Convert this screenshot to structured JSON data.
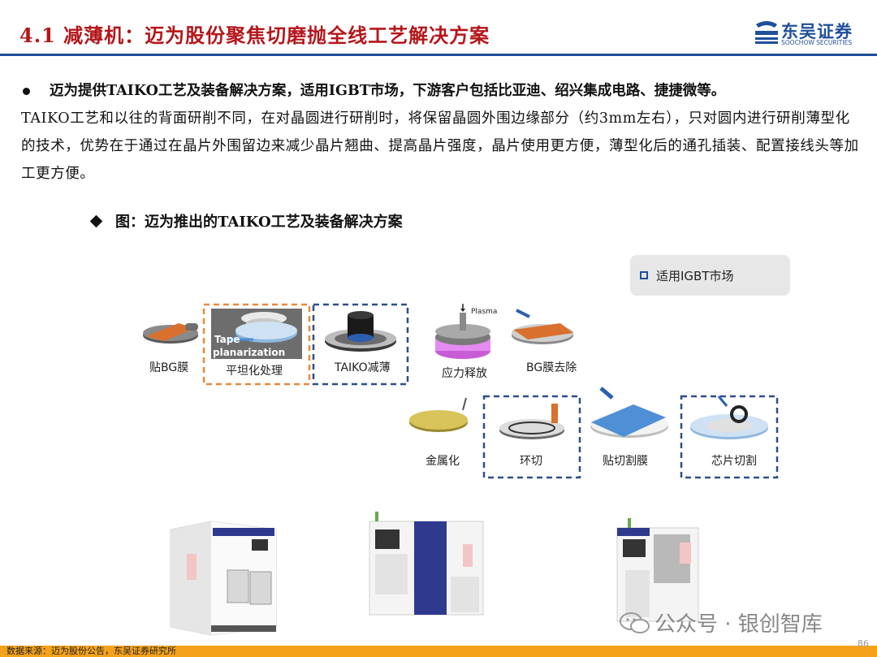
{
  "header": {
    "title": "4.1 减薄机：迈为股份聚焦切磨抛全线工艺解决方案",
    "logo_name": "东吴证券",
    "logo_sub": "SOOCHOW SECURITIES",
    "brand_color": "#1f4e9a",
    "title_color": "#b4161b"
  },
  "bullet": {
    "lead": "迈为提供TAIKO工艺及装备解决方案，适用IGBT市场，下游客户包括比亚迪、绍兴集成电路、捷捷微等。",
    "body": "TAIKO工艺和以往的背面研削不同，在对晶圆进行研削时，将保留晶圆外围边缘部分（约3mm左右），只对圆内进行研削薄型化的技术，优势在于通过在晶片外围留边来减少晶片翘曲、提高晶片强度，晶片使用更方便，薄型化后的通孔插装、配置接线头等加工更方便。"
  },
  "figure": {
    "caption": "图：迈为推出的TAIKO工艺及装备解决方案",
    "tag": "适用IGBT市场",
    "tape_label": "Tape planarization",
    "plasma_label": "Plasma",
    "steps": [
      {
        "label": "贴BG膜"
      },
      {
        "label": "平坦化处理"
      },
      {
        "label": "TAIKO减薄"
      },
      {
        "label": "应力释放"
      },
      {
        "label": "BG膜去除"
      },
      {
        "label": "金属化"
      },
      {
        "label": "环切"
      },
      {
        "label": "贴切割膜"
      },
      {
        "label": "芯片切割"
      }
    ]
  },
  "watermark": "公众号 · 银创智库",
  "footer": {
    "source": "数据来源：迈为股份公告，东吴证券研究所",
    "page": "86"
  }
}
